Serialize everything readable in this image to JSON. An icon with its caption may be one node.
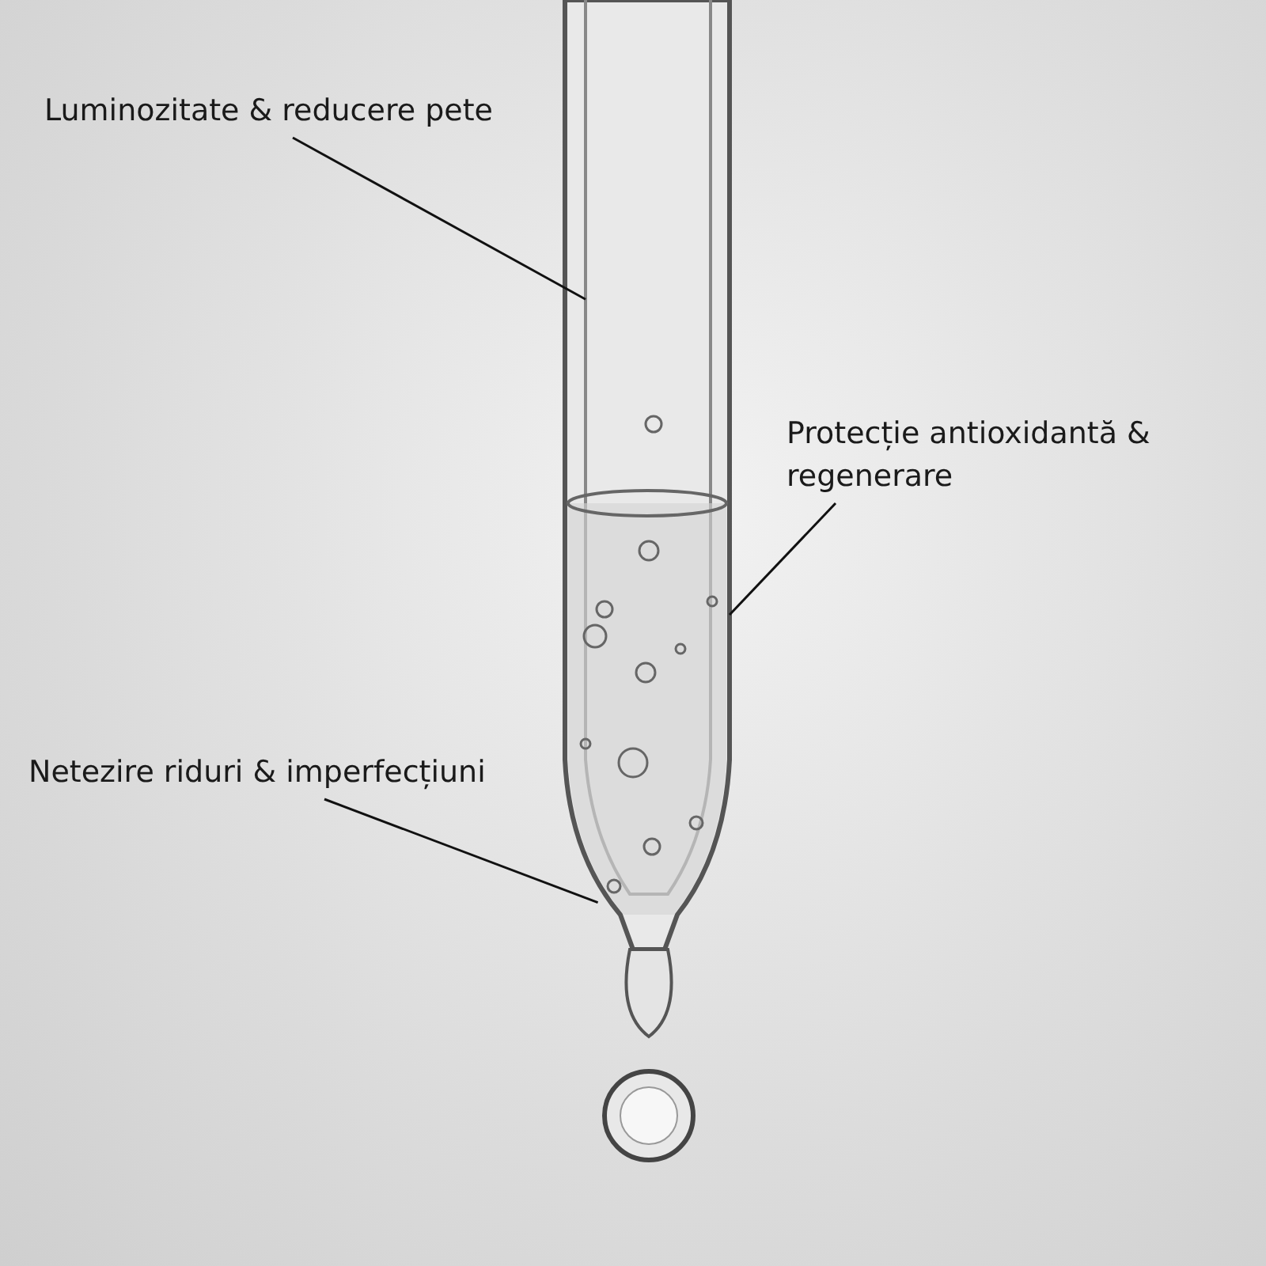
{
  "diagram": {
    "nodes": [
      {
        "text": [
          "Luminozitate & reducere pete"
        ]
      },
      {
        "text": [
          "Protecție antioxidantă & regenerare"
        ]
      },
      {
        "text": [
          "Netezire riduri & imperfecțiuni"
        ]
      },
      {
        "text": [],
        "shape": "picture"
      }
    ],
    "edges": [
      {
        "from": 0,
        "to": 3,
        "arrow": "none"
      },
      {
        "from": 1,
        "to": 3,
        "arrow": "none"
      },
      {
        "from": 2,
        "to": 3,
        "arrow": "none"
      }
    ]
  }
}
